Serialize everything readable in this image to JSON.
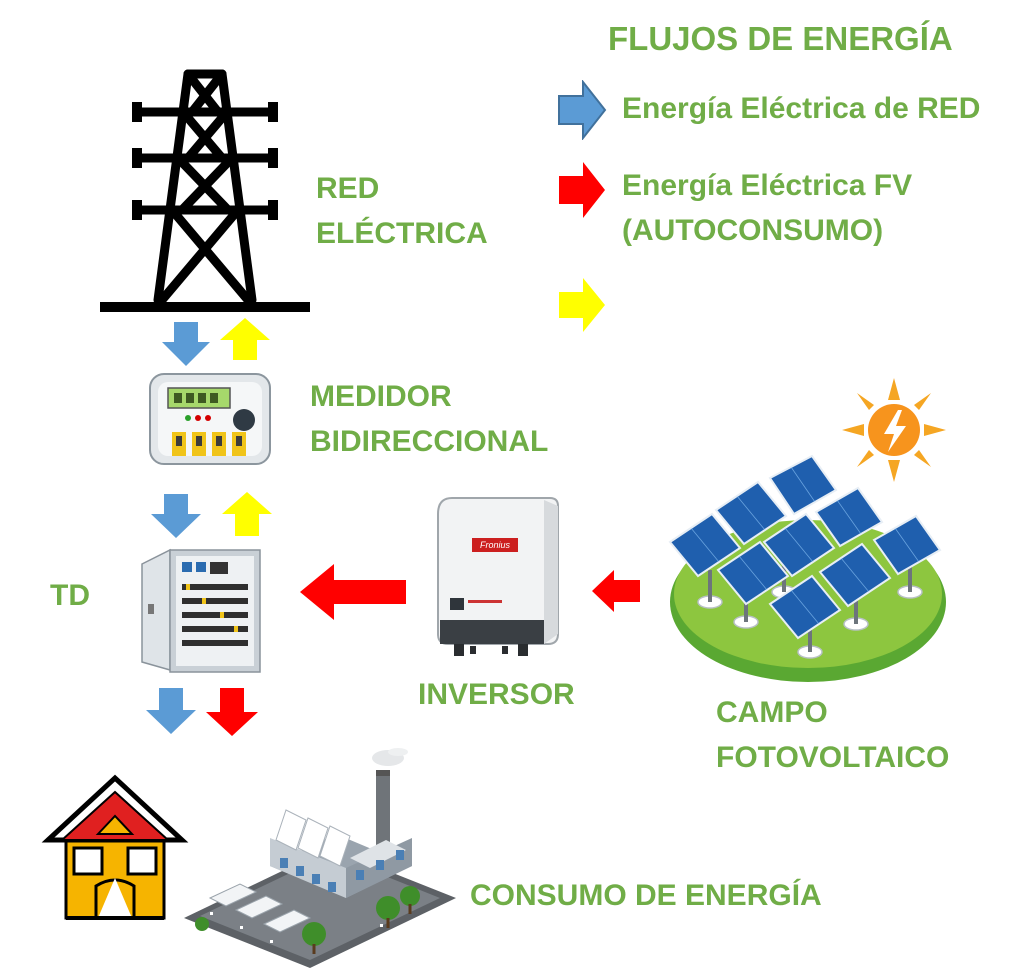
{
  "legend": {
    "title": "FLUJOS DE ENERGÍA",
    "items": [
      {
        "color": "#5b9bd5",
        "label_lines": [
          "Energía Eléctrica de RED"
        ]
      },
      {
        "color": "#ff0000",
        "label_lines": [
          "Energía Eléctrica FV",
          "(AUTOCONSUMO)"
        ]
      },
      {
        "color": "#ffff00",
        "label_lines": []
      }
    ]
  },
  "nodes": {
    "red_electrica": {
      "lines": [
        "RED",
        "ELÉCTRICA"
      ],
      "icon": "power-tower-icon"
    },
    "medidor": {
      "lines": [
        "MEDIDOR",
        "BIDIRECCIONAL"
      ],
      "icon": "bidirectional-meter-icon"
    },
    "td": {
      "lines": [
        "TD"
      ],
      "icon": "distribution-board-icon"
    },
    "inversor": {
      "lines": [
        "INVERSOR"
      ],
      "icon": "inverter-icon",
      "brand_text": "Fronius"
    },
    "campo_fv": {
      "lines": [
        "CAMPO",
        "FOTOVOLTAICO"
      ],
      "icon": "solar-field-icon"
    },
    "consumo": {
      "lines": [
        "CONSUMO DE ENERGÍA"
      ],
      "icons": [
        "house-icon",
        "factory-icon"
      ]
    }
  },
  "colors": {
    "label_green": "#70ad47",
    "grid_blue": "#5b9bd5",
    "pv_red": "#ff0000",
    "export_yellow": "#ffff00"
  }
}
